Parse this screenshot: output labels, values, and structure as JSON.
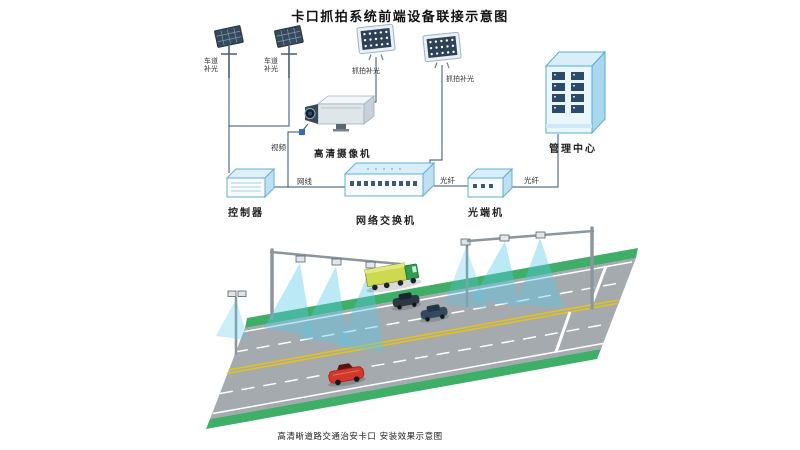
{
  "title": "卡口抓拍系统前端设备联接示意图",
  "schematic": {
    "lane_light_label": "车道补光",
    "capture_light_label": "抓拍补光",
    "camera_label": "高清摄像机",
    "controller_label": "控制器",
    "switch_label": "网络交换机",
    "optical_label": "光端机",
    "management_label": "管理中心",
    "link_video": "视频",
    "link_network": "网线",
    "link_fiber_1": "光纤",
    "link_fiber_2": "光纤"
  },
  "road_scene": {
    "caption": "高清晰道路交通治安卡口 安装效果示意图"
  },
  "colors": {
    "device_outline": "#66aed6",
    "device_top": "#d8effa",
    "wire": "#33506e",
    "road_gray": "#a5aaae",
    "roadside_green": "#3fae68",
    "lane_yellow": "#e2c21d",
    "beam_blue": "#54c8e8",
    "truck_body": "#cdd94e",
    "truck_cab": "#2f9e53",
    "car_red": "#d2372b"
  }
}
